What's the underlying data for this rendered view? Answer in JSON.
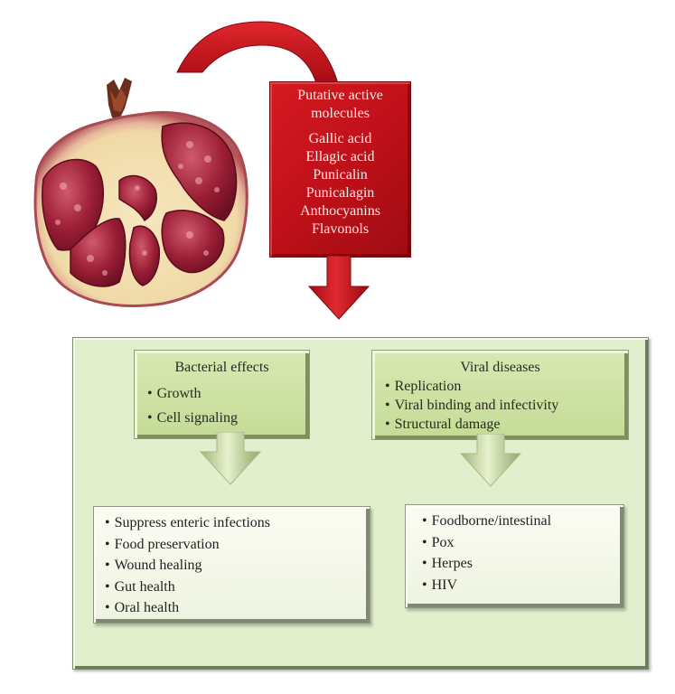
{
  "diagram": {
    "source": {
      "image_label": "pomegranate",
      "colors": {
        "rind": "#e8b8a8",
        "pith": "#f3e3b5",
        "aril": "#9c1f36"
      }
    },
    "molecules_box": {
      "title_line1": "Putative active",
      "title_line2": "molecules",
      "items": [
        "Gallic acid",
        "Ellagic acid",
        "Punicalin",
        "Punicalagin",
        "Anthocyanins",
        "Flavonols"
      ],
      "color": "#c0101a"
    },
    "effects_panel": {
      "color": "#e2efcc",
      "bacterial": {
        "title": "Bacterial effects",
        "items": [
          "Growth",
          "Cell signaling"
        ],
        "outcomes": [
          "Suppress enteric infections",
          "Food preservation",
          "Wound healing",
          "Gut health",
          "Oral health"
        ]
      },
      "viral": {
        "title": "Viral diseases",
        "items": [
          "Replication",
          "Viral binding and infectivity",
          "Structural damage"
        ],
        "outcomes": [
          "Foodborne/intestinal",
          "Pox",
          "Herpes",
          "HIV"
        ]
      }
    }
  }
}
